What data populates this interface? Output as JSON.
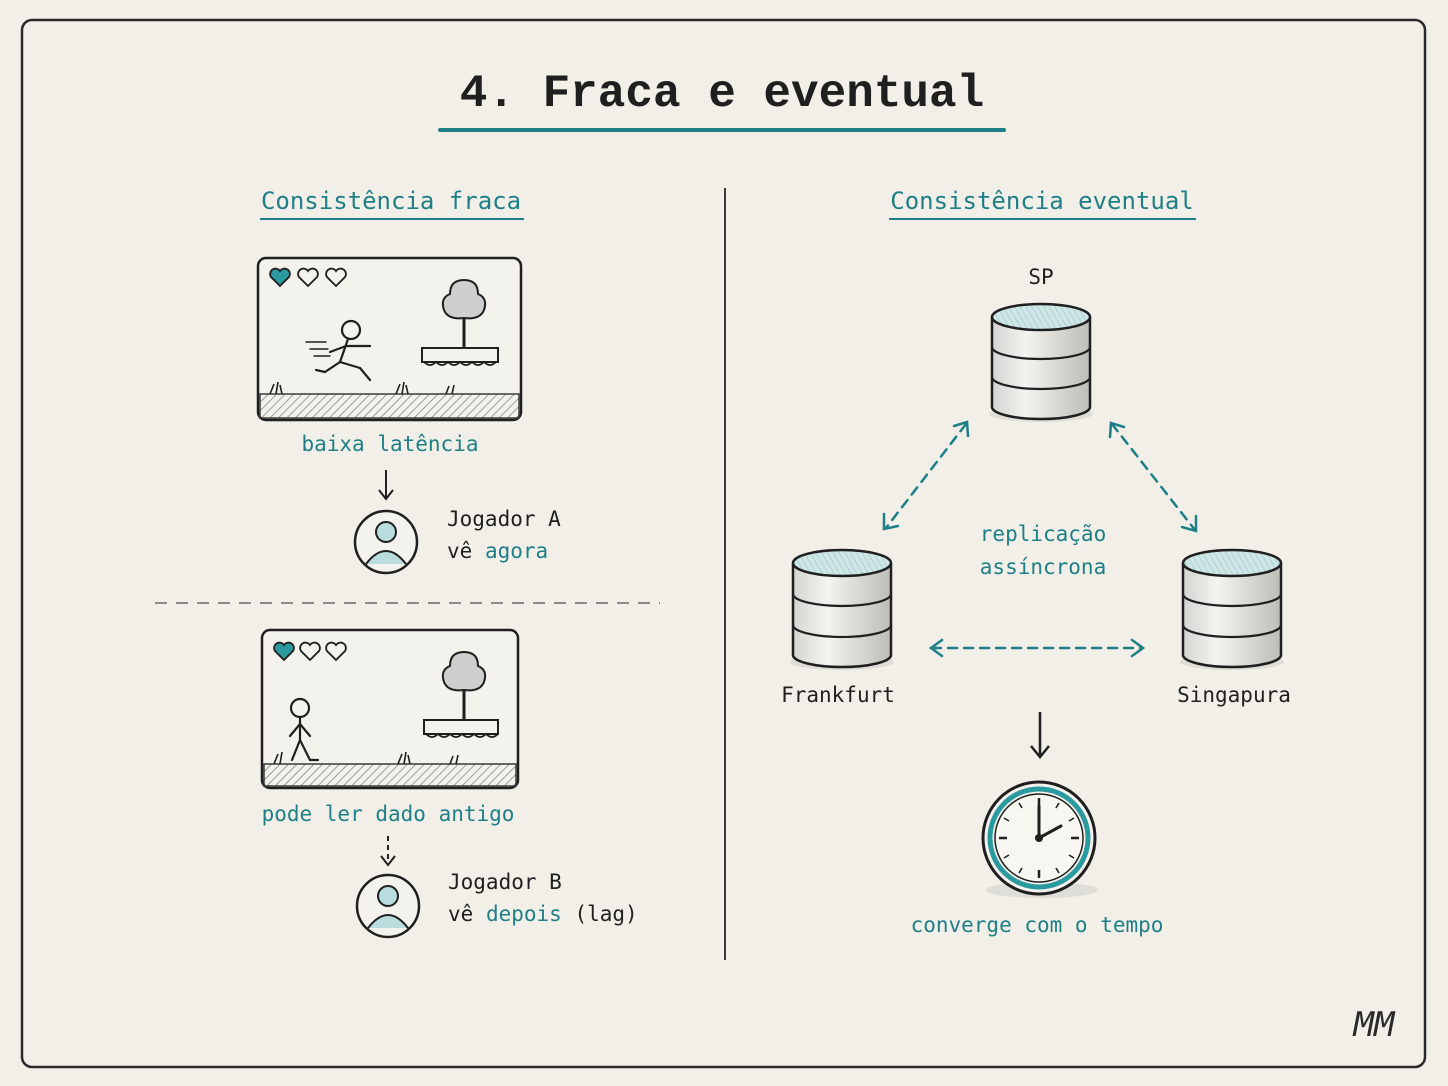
{
  "page": {
    "title": "4. Fraca e eventual",
    "signature": "MM"
  },
  "colors": {
    "background": "#f1efe8",
    "ink": "#1f1f1f",
    "accent": "#1e7f86",
    "accent_fill": "#b9dcdc",
    "ground": "#bdbdbd"
  },
  "weak": {
    "heading": "Consistência fraca",
    "player_a": {
      "screen_label": "baixa latência",
      "name": "Jogador A",
      "sees_prefix": "vê ",
      "sees_value": "agora",
      "sees_suffix": ""
    },
    "player_b": {
      "screen_label": "pode ler dado antigo",
      "name": "Jogador B",
      "sees_prefix": "vê ",
      "sees_value": "depois",
      "sees_suffix": " (lag)"
    }
  },
  "eventual": {
    "heading": "Consistência eventual",
    "nodes": [
      "SP",
      "Frankfurt",
      "Singapura"
    ],
    "replication_line1": "replicação",
    "replication_line2": "assíncrona",
    "clock_label": "converge com o tempo"
  }
}
